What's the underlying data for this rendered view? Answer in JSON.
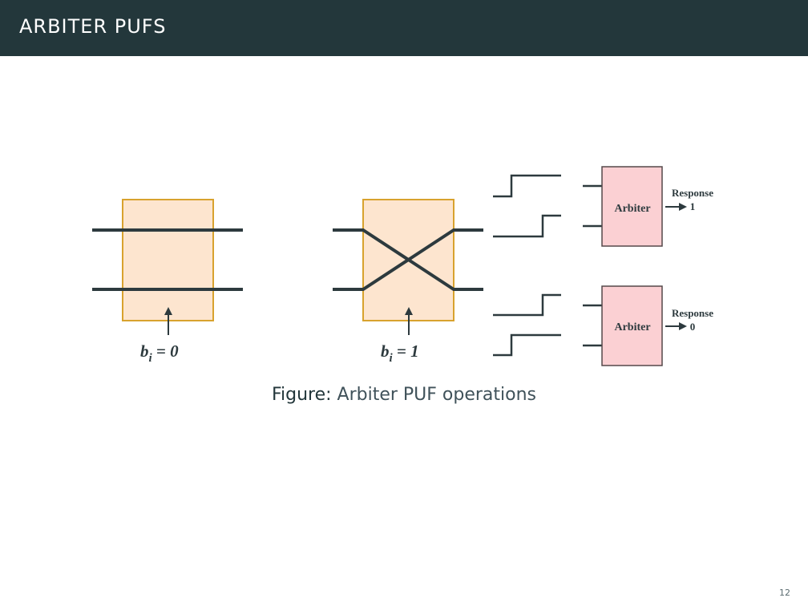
{
  "slide": {
    "title": "ARBITER PUFS",
    "page_number": "12"
  },
  "figure": {
    "caption_label": "Figure:",
    "caption_text": " Arbiter PUF operations",
    "switch_left": {
      "label_var": "b",
      "label_sub": "i",
      "label_rest": " = 0"
    },
    "switch_right": {
      "label_var": "b",
      "label_sub": "i",
      "label_rest": " = 1"
    },
    "arbiters": [
      {
        "label": "Arbiter",
        "response_label": "Response",
        "response_value": "1"
      },
      {
        "label": "Arbiter",
        "response_label": "Response",
        "response_value": "0"
      }
    ]
  },
  "colors": {
    "header_bg": "#23373b",
    "switch_fill": "#fde5cf",
    "switch_stroke": "#d8a22e",
    "arbiter_fill": "#fbd0d3",
    "wire": "#2d3a3e"
  }
}
